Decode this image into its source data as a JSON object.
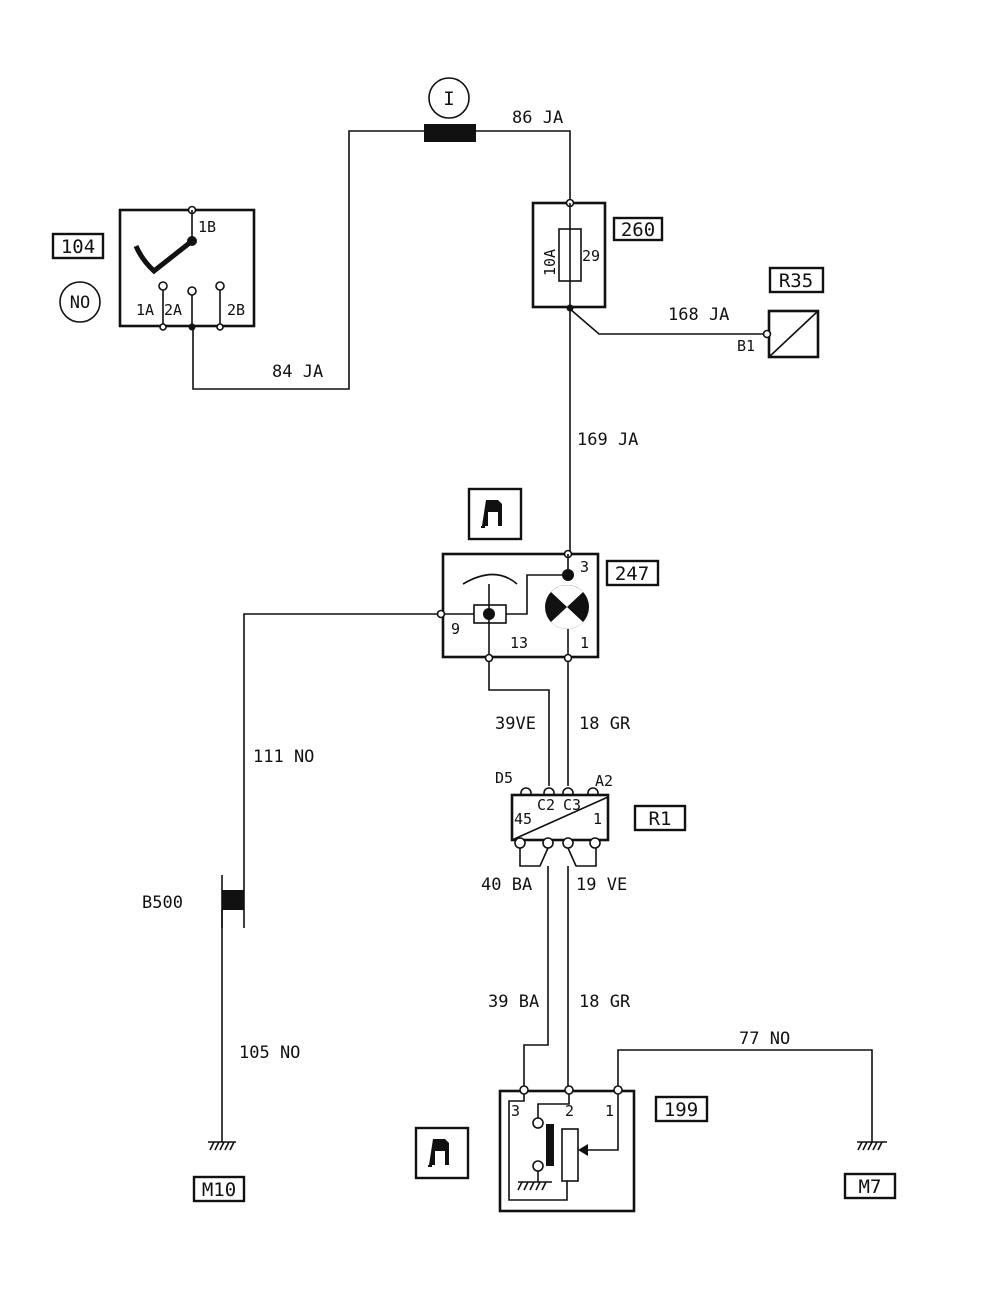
{
  "diagram": {
    "colors": {
      "ink": "#111111",
      "paper": "#ffffff"
    },
    "components": {
      "c104": {
        "tag": "104",
        "note": "NO",
        "pins": {
          "p1B": "1B",
          "p1A": "1A",
          "p2A": "2A",
          "p2B": "2B"
        }
      },
      "cI": {
        "tag": "I"
      },
      "c260": {
        "tag": "260",
        "rating": "10A",
        "fuse_no": "29"
      },
      "cR35": {
        "tag": "R35",
        "pin": "B1"
      },
      "c247": {
        "tag": "247",
        "pins": {
          "p3": "3",
          "p9": "9",
          "p13": "13",
          "p1": "1"
        }
      },
      "cR1": {
        "tag": "R1",
        "pins": {
          "D5": "D5",
          "C2": "C2",
          "C3": "C3",
          "A2": "A2",
          "p45": "45",
          "p1": "1"
        }
      },
      "cB500": {
        "tag": "B500"
      },
      "c199": {
        "tag": "199",
        "pins": {
          "p3": "3",
          "p2": "2",
          "p1": "1"
        }
      },
      "cM10": {
        "tag": "M10"
      },
      "cM7": {
        "tag": "M7"
      }
    },
    "wires": {
      "w86": "86 JA",
      "w84": "84 JA",
      "w168": "168 JA",
      "w169": "169 JA",
      "w111": "111 NO",
      "w39ve": "39VE",
      "w18gr_a": "18 GR",
      "w40ba": "40 BA",
      "w19ve": "19 VE",
      "w39ba": "39 BA",
      "w18gr_b": "18 GR",
      "w105": "105 NO",
      "w77": "77 NO"
    },
    "icons": {
      "fuel_gauge_symbol": "fuel-pump-icon",
      "ground_symbol": "ground-icon",
      "warning_lamp": "lamp-icon"
    }
  }
}
